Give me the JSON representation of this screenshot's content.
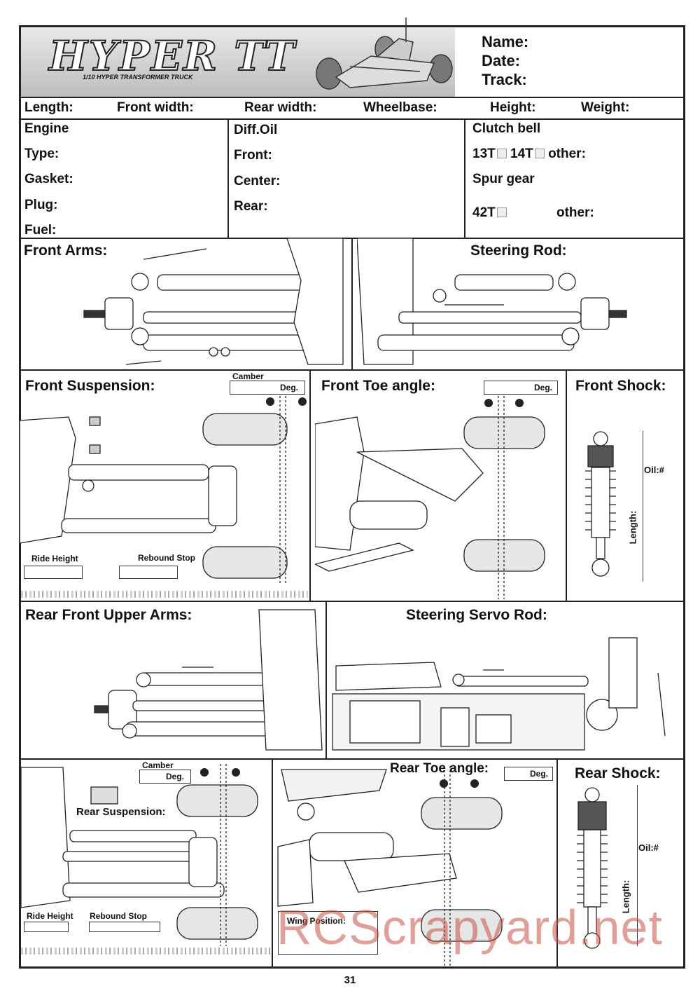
{
  "header": {
    "logo_text": "HYPER TT",
    "logo_subtitle": "1/10 HYPER TRANSFORMER TRUCK",
    "name_label": "Name:",
    "date_label": "Date:",
    "track_label": "Track:"
  },
  "measure_row": {
    "length": "Length:",
    "front_width": "Front width:",
    "rear_width": "Rear width:",
    "wheelbase": "Wheelbase:",
    "height": "Height:",
    "weight": "Weight:"
  },
  "engine": {
    "title": "Engine",
    "type": "Type:",
    "gasket": "Gasket:",
    "plug": "Plug:",
    "fuel": "Fuel:"
  },
  "diff": {
    "title": "Diff.Oil",
    "front": "Front:",
    "center": "Center:",
    "rear": "Rear:"
  },
  "clutch": {
    "title": "Clutch bell",
    "opt1": "13T",
    "opt2": "14T",
    "other": "other:",
    "spur_title": "Spur gear",
    "spur_opt": "42T",
    "spur_other": "other:"
  },
  "sections": {
    "front_arms": "Front  Arms:",
    "steering_rod": "Steering Rod:",
    "front_suspension": "Front Suspension:",
    "camber": "Camber",
    "deg": "Deg.",
    "front_toe": "Front Toe angle:",
    "front_shock": "Front Shock:",
    "oil": "Oil:#",
    "length_v": "Length:",
    "ride_height": "Ride Height",
    "rebound_stop": "Rebound Stop",
    "rear_front_upper_arms": "Rear Front Upper Arms:",
    "steering_servo_rod": "Steering Servo Rod:",
    "rear_suspension": "Rear Suspension:",
    "rear_toe": "Rear Toe angle:",
    "rear_shock": "Rear Shock:",
    "wing_position": "Wing Position:"
  },
  "watermark": "RCScrapyard.net",
  "page_number": "31"
}
